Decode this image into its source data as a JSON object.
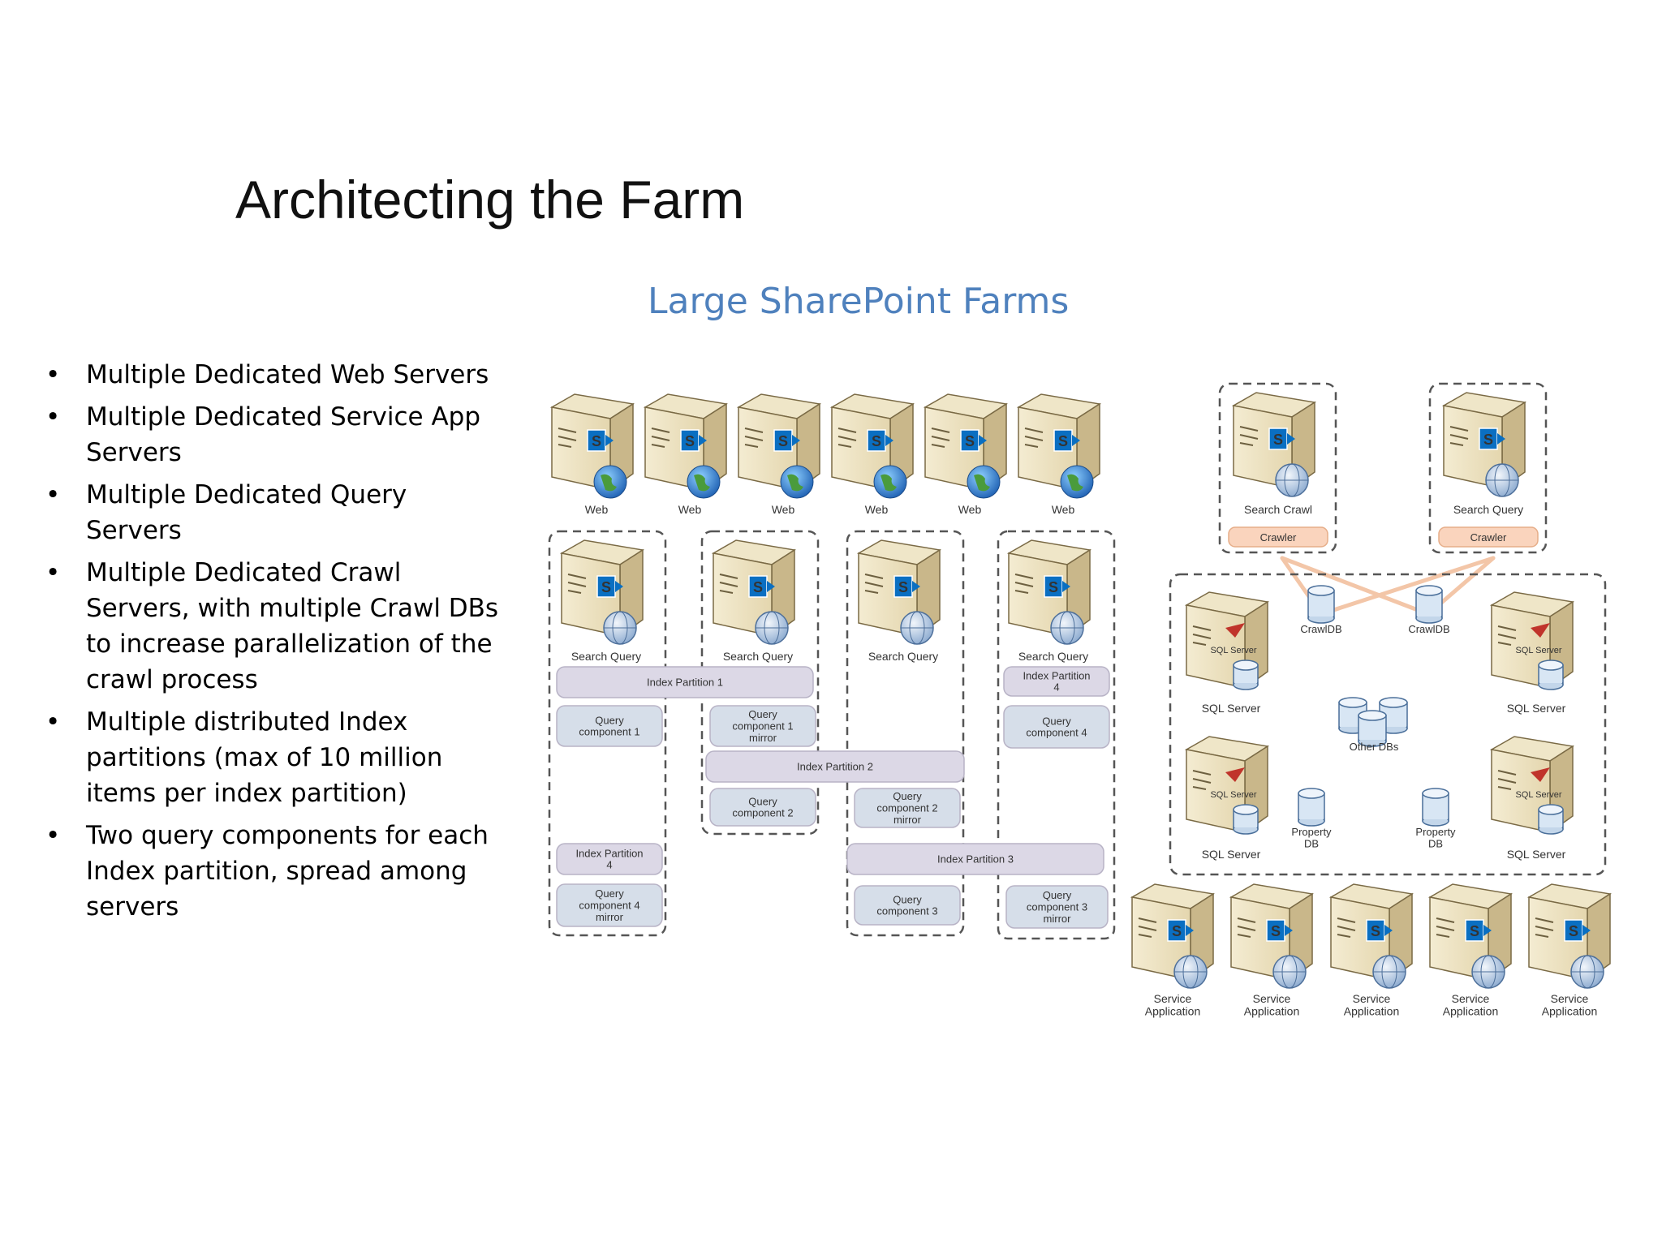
{
  "title": "Architecting the Farm",
  "subtitle": "Large SharePoint Farms",
  "bullets": [
    "Multiple Dedicated Web Servers",
    "Multiple Dedicated Service App Servers",
    "Multiple Dedicated Query Servers",
    "Multiple Dedicated Crawl Servers, with multiple Crawl DBs to increase parallelization of the crawl process",
    "Multiple distributed Index partitions (max of 10 million items per index partition)",
    "Two query components for each Index partition, spread among servers"
  ],
  "diagram": {
    "web_label": "Web",
    "search_query_label": "Search Query",
    "search_crawl_label": "Search Crawl",
    "crawler_label": "Crawler",
    "crawldb_label": "CrawlDB",
    "sql_server_label": "SQL Server",
    "sql_server_badge": "SQL Server",
    "other_dbs_label": "Other DBs",
    "property_db_label": "Property DB",
    "service_application_label": "Service Application",
    "index_partition_1": "Index Partition 1",
    "index_partition_2": "Index Partition 2",
    "index_partition_3": "Index Partition 3",
    "index_partition_4": "Index Partition 4",
    "query_component_1": "Query component 1",
    "query_component_1_mirror": "Query component 1 mirror",
    "query_component_2": "Query component 2",
    "query_component_2_mirror": "Query component 2 mirror",
    "query_component_3": "Query component 3",
    "query_component_3_mirror": "Query component 3 mirror",
    "query_component_4": "Query component 4",
    "query_component_4_mirror": "Query component 4 mirror"
  },
  "colors": {
    "subtitle": "#4f81bd",
    "partition_fill": "#dcd8e6",
    "query_fill": "#d6dee9",
    "crawler_fill": "#fad4bd",
    "server_body": "#e4d6ae",
    "sharepoint_blue": "#0a6fc2"
  }
}
